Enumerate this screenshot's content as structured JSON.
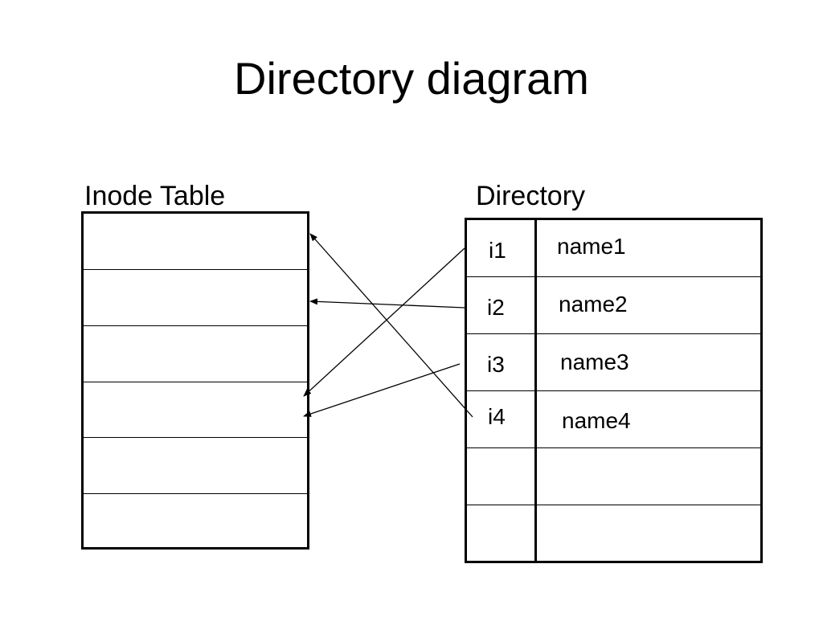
{
  "title": "Directory diagram",
  "inode_table": {
    "label": "Inode Table",
    "row_count": 6
  },
  "directory": {
    "label": "Directory",
    "entries": [
      {
        "inode": "i1",
        "name": "name1"
      },
      {
        "inode": "i2",
        "name": "name2"
      },
      {
        "inode": "i3",
        "name": "name3"
      },
      {
        "inode": "i4",
        "name": "name4"
      },
      {
        "inode": "",
        "name": ""
      },
      {
        "inode": "",
        "name": ""
      }
    ]
  },
  "links": [
    {
      "from": "i1",
      "to_inode_row": 4
    },
    {
      "from": "i2",
      "to_inode_row": 2
    },
    {
      "from": "i3",
      "to_inode_row": 4
    },
    {
      "from": "i4",
      "to_inode_row": 1
    }
  ]
}
